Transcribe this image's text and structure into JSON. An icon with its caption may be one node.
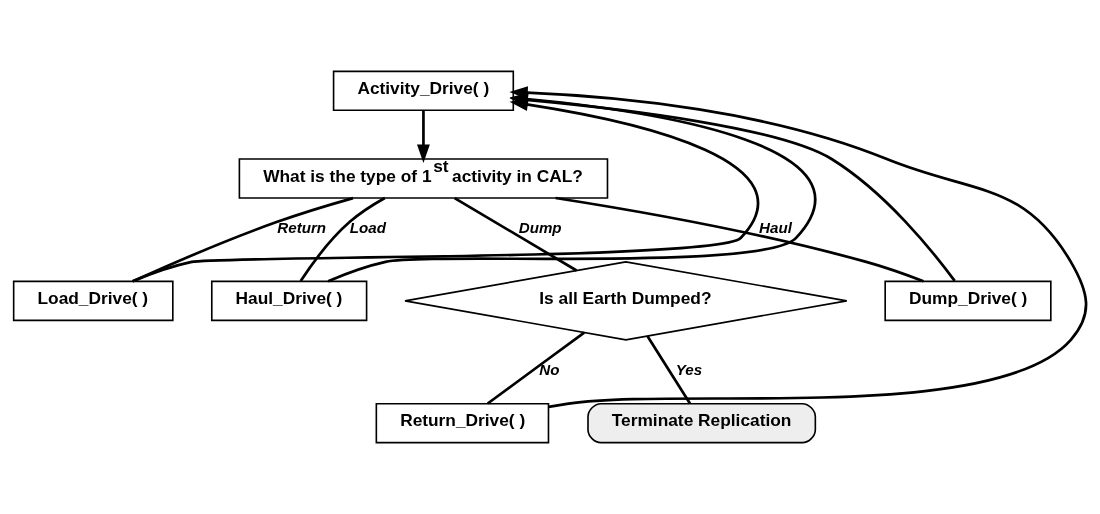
{
  "diagram": {
    "nodes": [
      {
        "text": [
          "Activity_Drive( )"
        ]
      },
      {
        "text": [
          "What is the type of 1$^{st}$ activity in CAL?"
        ]
      },
      {
        "text": [
          "Load_Drive( )"
        ]
      },
      {
        "text": [
          "Haul_Drive( )"
        ]
      },
      {
        "text": [
          "Is all Earth Dumped?"
        ]
      },
      {
        "text": [
          "Dump_Drive( )"
        ]
      },
      {
        "text": [
          "Return_Drive( )"
        ]
      },
      {
        "text": [
          "Terminate Replication"
        ]
      }
    ],
    "edges": [
      {
        "from": 0,
        "to": 1,
        "arrow": "to"
      },
      {
        "from": 1,
        "to": 2,
        "arrow": "none",
        "label": "Return"
      },
      {
        "from": 1,
        "to": 3,
        "arrow": "none",
        "label": "Load"
      },
      {
        "from": 1,
        "to": 4,
        "arrow": "none",
        "label": "Dump"
      },
      {
        "from": 1,
        "to": 5,
        "arrow": "none",
        "label": "Haul"
      },
      {
        "from": 2,
        "to": 0,
        "arrow": "to"
      },
      {
        "from": 3,
        "to": 0,
        "arrow": "to"
      },
      {
        "from": 5,
        "to": 0,
        "arrow": "to"
      },
      {
        "from": 4,
        "to": 6,
        "arrow": "none",
        "label": "No"
      },
      {
        "from": 4,
        "to": 7,
        "arrow": "none",
        "label": "Yes"
      },
      {
        "from": 6,
        "to": 0,
        "arrow": "to"
      }
    ]
  }
}
